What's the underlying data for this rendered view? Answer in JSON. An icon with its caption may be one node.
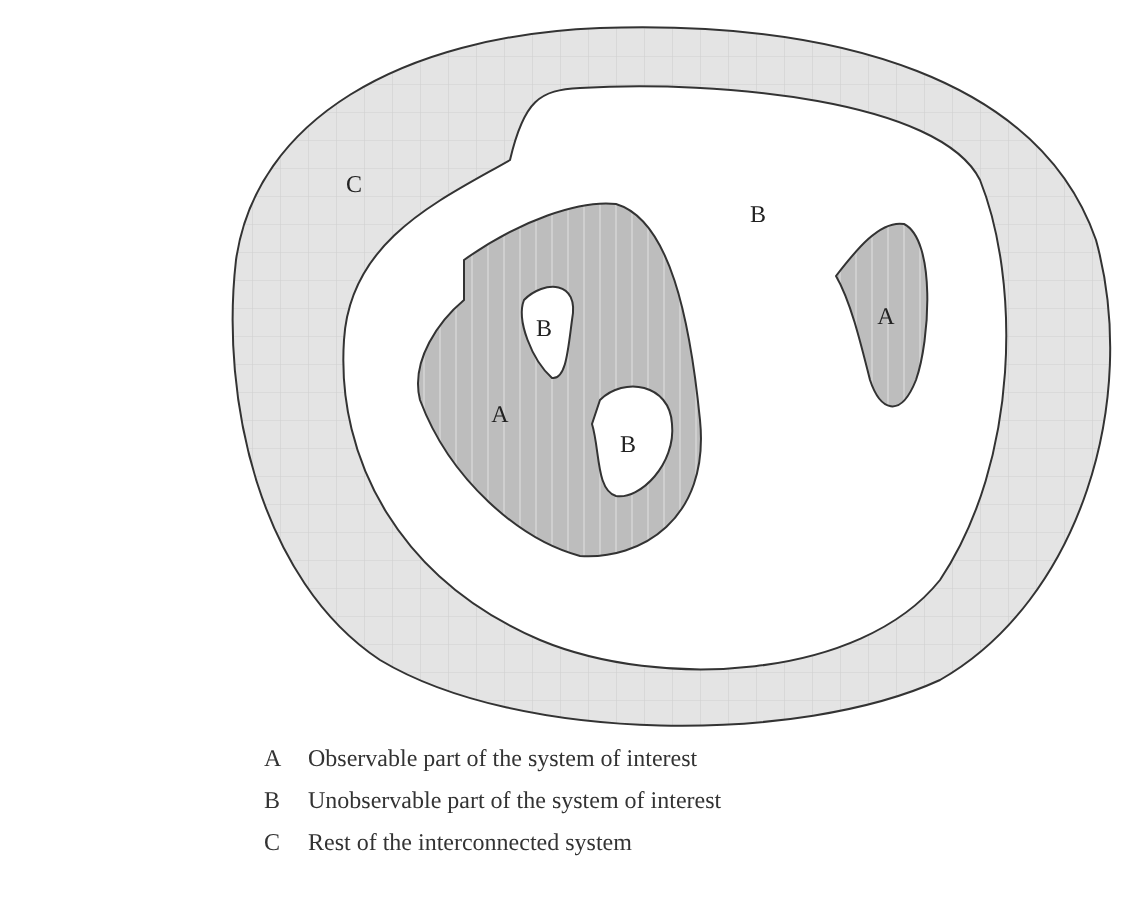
{
  "diagram": {
    "nodes": [
      {
        "text": [
          "C"
        ]
      },
      {
        "text": [
          "B"
        ],
        "in": 0
      },
      {
        "text": [
          "A"
        ],
        "in": 1
      },
      {
        "text": [
          "B"
        ],
        "in": 2
      },
      {
        "text": [
          "B"
        ],
        "in": 2
      },
      {
        "text": [
          "A"
        ],
        "in": 1
      }
    ],
    "edges": [],
    "labels": [
      "A",
      "Observable part of the system of interest",
      "B",
      "Unobservable part of the system of interest",
      "C",
      "Rest of the interconnected system"
    ]
  }
}
